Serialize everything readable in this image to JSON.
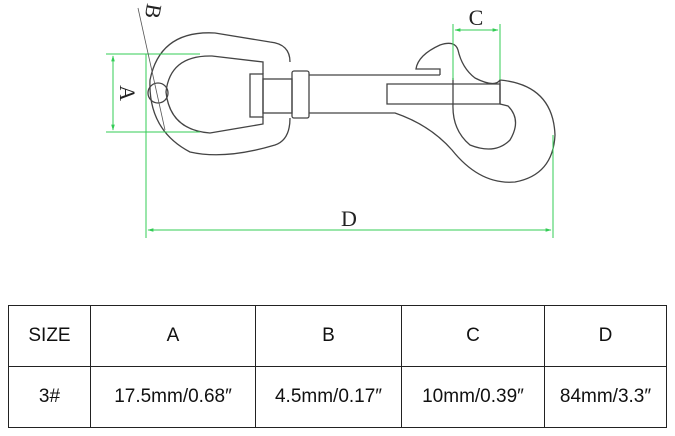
{
  "diagram": {
    "labels": {
      "a": "A",
      "b": "B",
      "c": "C",
      "d": "D"
    },
    "colors": {
      "outline": "#444444",
      "dimension": "#33cc55"
    }
  },
  "table": {
    "headers": [
      "SIZE",
      "A",
      "B",
      "C",
      "D"
    ],
    "rows": [
      [
        "3#",
        "17.5mm/0.68″",
        "4.5mm/0.17″",
        "10mm/0.39″",
        "84mm/3.3″"
      ]
    ]
  }
}
